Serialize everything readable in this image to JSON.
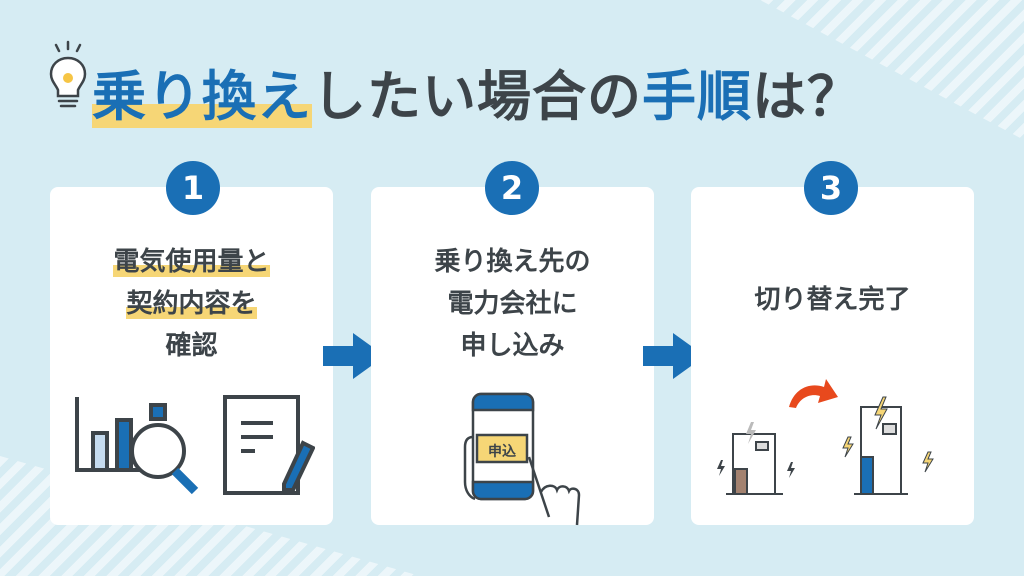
{
  "title": {
    "part1": "乗り換え",
    "part2": "したい場合の",
    "part3": "手順",
    "part4": "は？"
  },
  "steps": [
    {
      "number": "1",
      "lines": [
        "電気使用量と",
        "契約内容を",
        "確認"
      ]
    },
    {
      "number": "2",
      "lines": [
        "乗り換え先の",
        "電力会社に",
        "申し込み"
      ],
      "phone_button": "申込"
    },
    {
      "number": "3",
      "lines": [
        "切り替え完了"
      ]
    }
  ],
  "colors": {
    "accent": "#1a6fb5",
    "highlight": "#f6d676",
    "background": "#d6ecf3",
    "text": "#3d4449",
    "arrow_red": "#e8491d"
  }
}
